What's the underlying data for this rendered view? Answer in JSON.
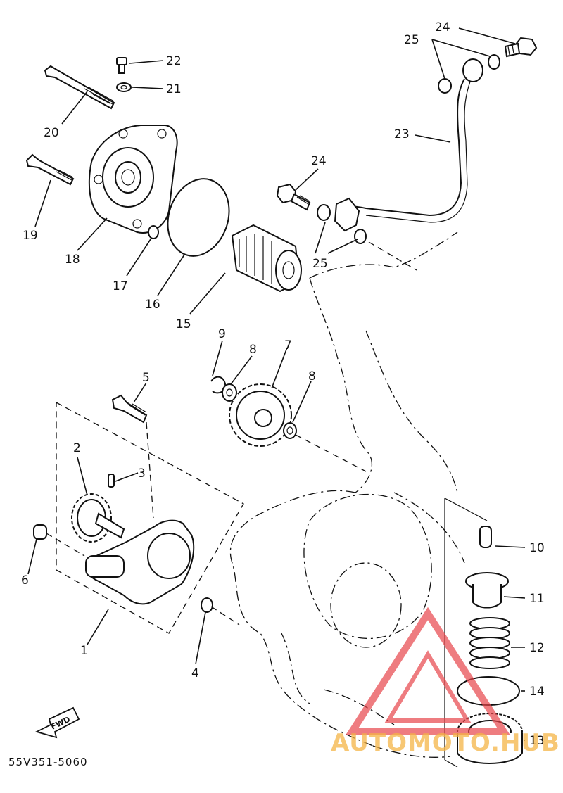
{
  "diagram": {
    "drawing_code": "55V351-5060",
    "fwd_label": "FWD",
    "watermark": {
      "text": "AUTOMOTO.HUB",
      "colors": {
        "logo_red": "#e8454b",
        "text_gold": "#f4b446"
      }
    },
    "callouts": {
      "c1": "1",
      "c2": "2",
      "c3": "3",
      "c4": "4",
      "c5": "5",
      "c6": "6",
      "c7": "7",
      "c8a": "8",
      "c8b": "8",
      "c9": "9",
      "c10": "10",
      "c11": "11",
      "c12": "12",
      "c13": "13",
      "c14": "14",
      "c15": "15",
      "c16": "16",
      "c17": "17",
      "c18": "18",
      "c19": "19",
      "c20": "20",
      "c21": "21",
      "c22": "22",
      "c23": "23",
      "c24a": "24",
      "c24b": "24",
      "c25a": "25",
      "c25b": "25"
    }
  }
}
